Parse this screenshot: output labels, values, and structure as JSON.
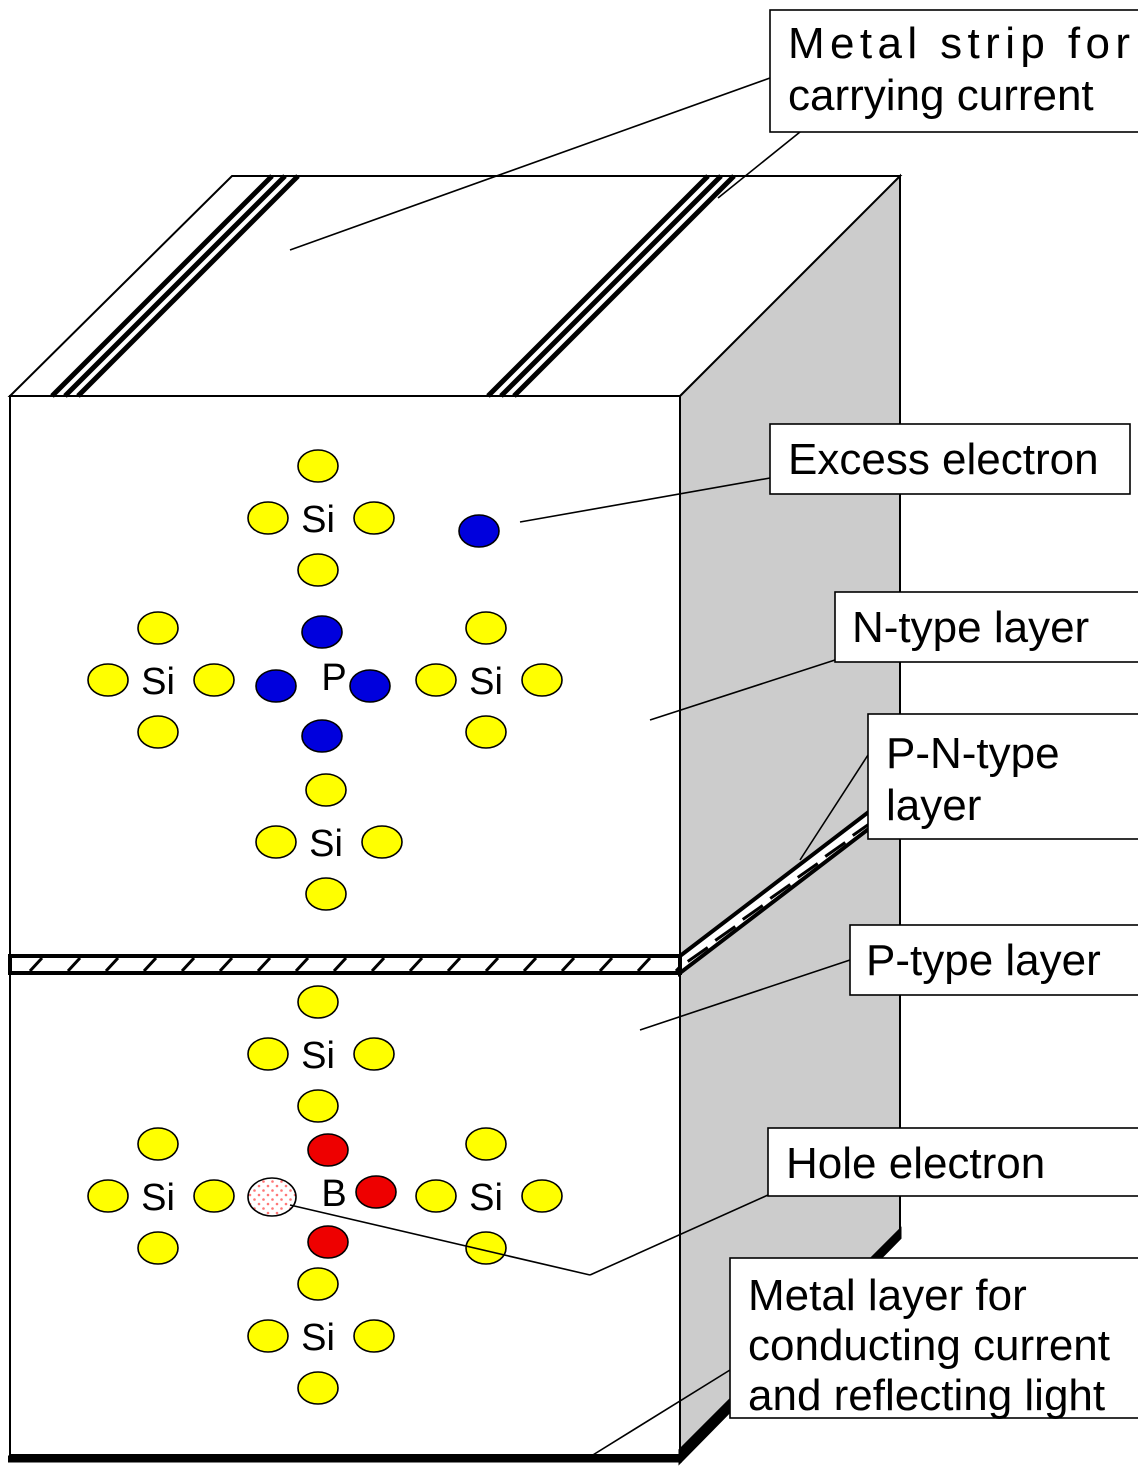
{
  "labels": {
    "metal_strip": [
      "Metal strip for",
      "carrying current"
    ],
    "excess_electron": "Excess electron",
    "n_type_layer": "N-type layer",
    "pn_type_layer": [
      "P-N-type",
      "layer"
    ],
    "p_type_layer": "P-type layer",
    "hole_electron": "Hole electron",
    "metal_layer": [
      "Metal layer for",
      "conducting current",
      "and reflecting light"
    ]
  },
  "atoms": {
    "si": "Si",
    "phosphorus": "P",
    "boron": "B"
  },
  "colors": {
    "silicon_electron": "#FFFF00",
    "phosphorus_electron": "#0000DD",
    "boron_electron": "#EE0000",
    "hole_dots": "#FF7777",
    "side_face": "#CCCCCC",
    "outline": "#000000"
  }
}
